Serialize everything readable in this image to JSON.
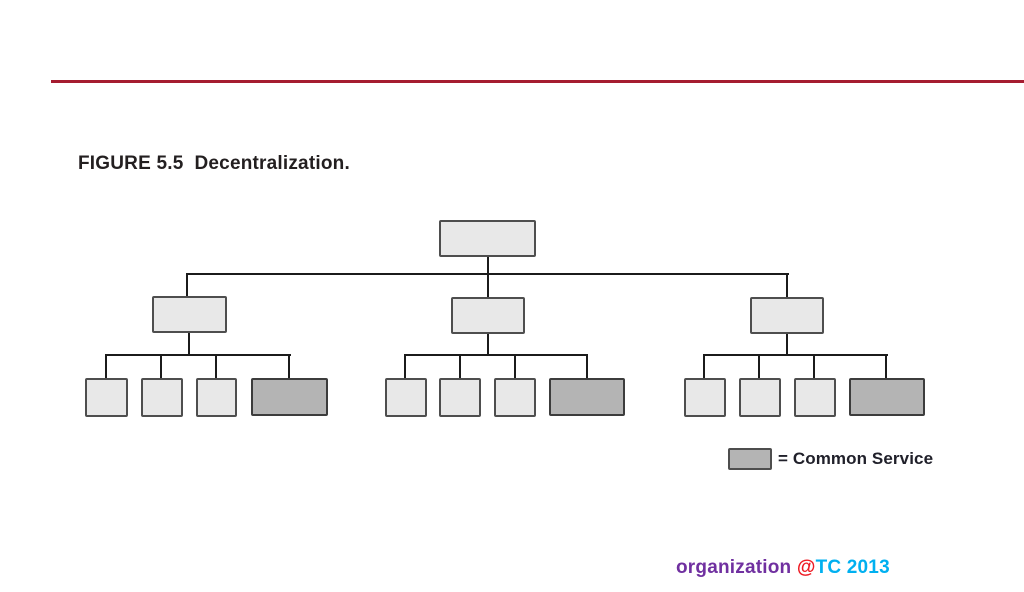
{
  "figure": {
    "caption_label": "FIGURE 5.5",
    "caption_title": "Decentralization."
  },
  "diagram": {
    "type": "org-chart",
    "title": "Decentralization",
    "root_nodes": 1,
    "branch_nodes": 3,
    "children_per_branch": 4,
    "node_labels": "none (unlabeled boxes)",
    "common_service_nodes": "rightmost wider dark-shaded child box in each of the 3 branches"
  },
  "legend": {
    "swatch": "common-service-swatch",
    "text": "= Common Service",
    "swatch_color": "#b4b4b4"
  },
  "watermark": {
    "part1": "organization ",
    "part2": "@",
    "part3": "TC 2013"
  },
  "colors": {
    "accent_rule": "#a51c30",
    "node_fill": "#e8e8e8",
    "node_border": "#4e4e4e",
    "common_service_fill": "#b4b4b4",
    "connector": "#1b1b1b",
    "caption_text": "#231f20",
    "legend_text": "#20202a",
    "watermark_purple": "#7030a0",
    "watermark_red": "#ee1c25",
    "watermark_cyan": "#00b0f0"
  }
}
